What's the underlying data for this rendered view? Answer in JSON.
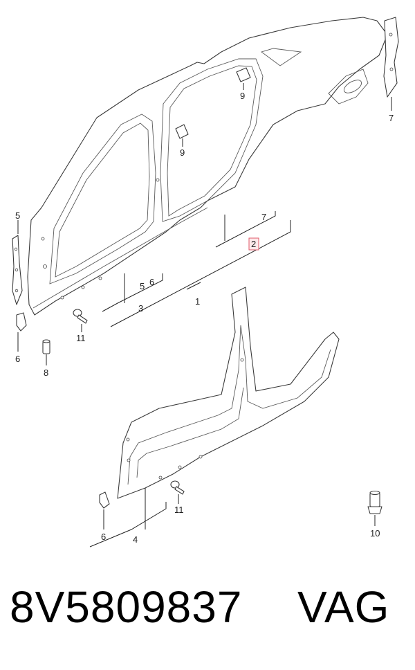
{
  "callouts": {
    "c1": "1",
    "c2": "2",
    "c3": "3",
    "c4": "4",
    "c5a": "5",
    "c5b": "5",
    "c6a": "6",
    "c6b": "6",
    "c6c": "6",
    "c7a": "7",
    "c7b": "7",
    "c8": "8",
    "c9a": "9",
    "c9b": "9",
    "c10": "10",
    "c11a": "11",
    "c11b": "11"
  },
  "highlighted_callout": "2",
  "highlight_color": "#e05a6a",
  "footer": {
    "part_number": "8V5809837",
    "brand": "VAG"
  }
}
